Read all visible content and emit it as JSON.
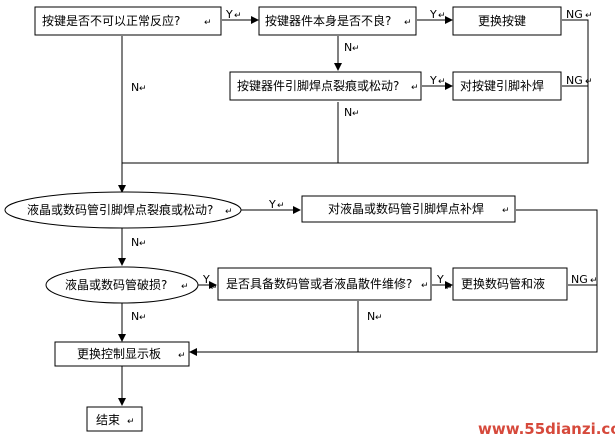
{
  "nodes": {
    "q_key_normal": "按键是否不可以正常反应?",
    "q_key_part_bad": "按键器件本身是否不良?",
    "a_replace_key": "更换按键",
    "q_key_solder": "按键器件引脚焊点裂痕或松动?",
    "a_resolder_key": "对按键引脚补焊",
    "q_lcd_solder": "液晶或数码管引脚焊点裂痕或松动?",
    "a_resolder_lcd": "对液晶或数码管引脚焊点补焊",
    "q_lcd_broken": "液晶或数码管破损?",
    "q_repair_cond": "是否具备数码管或者液晶散件维修?",
    "a_replace_lcd": "更换数码管和液",
    "a_replace_board": "更换控制显示板",
    "end": "结束"
  },
  "labels": {
    "yes": "Y",
    "no": "N",
    "ng": "NG",
    "para_mark": "↵"
  },
  "watermark": "www.55dianzi.com"
}
